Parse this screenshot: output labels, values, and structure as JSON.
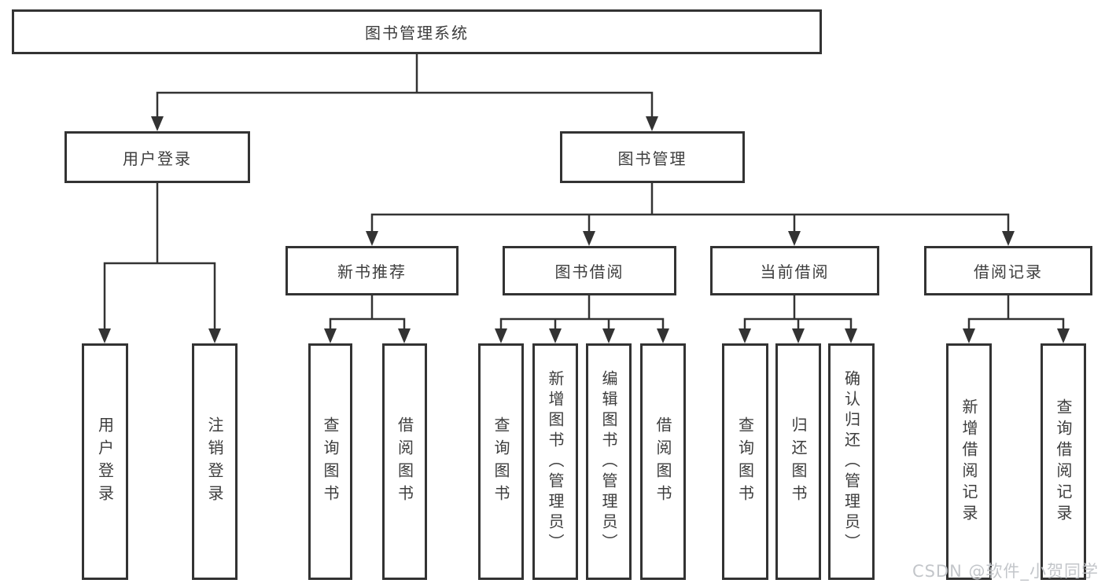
{
  "diagram_title": "图书管理系统",
  "nodes": {
    "root": {
      "label": "图书管理系统"
    },
    "user_login": {
      "label": "用户登录"
    },
    "book_mgmt": {
      "label": "图书管理"
    },
    "new_book_rec": {
      "label": "新书推荐"
    },
    "book_borrow": {
      "label": "图书借阅"
    },
    "current_borrow": {
      "label": "当前借阅"
    },
    "borrow_record": {
      "label": "借阅记录"
    },
    "leaf_user_login": {
      "label": "用户登录"
    },
    "leaf_logout": {
      "label": "注销登录"
    },
    "leaf_rec_query": {
      "label": "查询图书"
    },
    "leaf_rec_borrow": {
      "label": "借阅图书"
    },
    "leaf_bor_query": {
      "label": "查询图书"
    },
    "leaf_bor_add": {
      "label": "新增图书（管理员）"
    },
    "leaf_bor_edit": {
      "label": "编辑图书（管理员）"
    },
    "leaf_bor_borrow": {
      "label": "借阅图书"
    },
    "leaf_cur_query": {
      "label": "查询图书"
    },
    "leaf_cur_return": {
      "label": "归还图书"
    },
    "leaf_cur_confirm": {
      "label": "确认归还（管理员）"
    },
    "leaf_rcd_add": {
      "label": "新增借阅记录"
    },
    "leaf_rcd_query": {
      "label": "查询借阅记录"
    }
  },
  "hierarchy": [
    {
      "parent": "图书管理系统",
      "children": [
        "用户登录",
        "图书管理"
      ]
    },
    {
      "parent": "用户登录",
      "children": [
        "用户登录",
        "注销登录"
      ]
    },
    {
      "parent": "图书管理",
      "children": [
        "新书推荐",
        "图书借阅",
        "当前借阅",
        "借阅记录"
      ]
    },
    {
      "parent": "新书推荐",
      "children": [
        "查询图书",
        "借阅图书"
      ]
    },
    {
      "parent": "图书借阅",
      "children": [
        "查询图书",
        "新增图书（管理员）",
        "编辑图书（管理员）",
        "借阅图书"
      ]
    },
    {
      "parent": "当前借阅",
      "children": [
        "查询图书",
        "归还图书",
        "确认归还（管理员）"
      ]
    },
    {
      "parent": "借阅记录",
      "children": [
        "新增借阅记录",
        "查询借阅记录"
      ]
    }
  ],
  "watermark": {
    "text": "CSDN @软件_小贺同学"
  },
  "colors": {
    "line": "#333333",
    "text": "#3d3d3d",
    "box_background": "#ffffff",
    "page_background": "#ffffff",
    "watermark": "#c3c6ca"
  }
}
